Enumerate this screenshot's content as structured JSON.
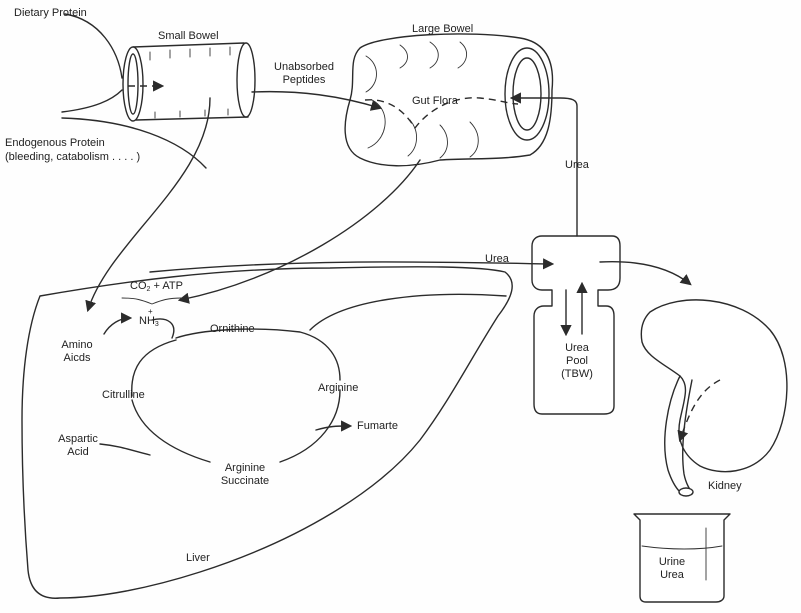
{
  "labels": {
    "dietary_protein": "Dietary Protein",
    "small_bowel": "Small Bowel",
    "large_bowel": "Large Bowel",
    "unabsorbed_peptides_1": "Unabsorbed",
    "unabsorbed_peptides_2": "Peptides",
    "gut_flora": "Gut Flora",
    "endogenous_1": "Endogenous Protein",
    "endogenous_2": "(bleeding, catabolism . . . . )",
    "urea_up": "Urea",
    "urea_mid": "Urea",
    "co2": "CO",
    "co2_sub": "2",
    "co2_rest": " + ATP",
    "plus": "+",
    "nh3": "NH",
    "nh3_sub": "3",
    "amino_1": "Amino",
    "amino_2": "Aicds",
    "ornithine": "Ornithine",
    "citrulline": "Citrulline",
    "arginine": "Arginine",
    "fumarte": "Fumarte",
    "aspartic_1": "Aspartic",
    "aspartic_2": "Acid",
    "arg_succ_1": "Arginine",
    "arg_succ_2": "Succinate",
    "urea_pool_1": "Urea",
    "urea_pool_2": "Pool",
    "urea_pool_3": "(TBW)",
    "kidney": "Kidney",
    "liver": "Liver",
    "urine_1": "Urine",
    "urine_2": "Urea"
  },
  "colors": {
    "ink": "#2b2b2b",
    "background": "#fefefe"
  }
}
